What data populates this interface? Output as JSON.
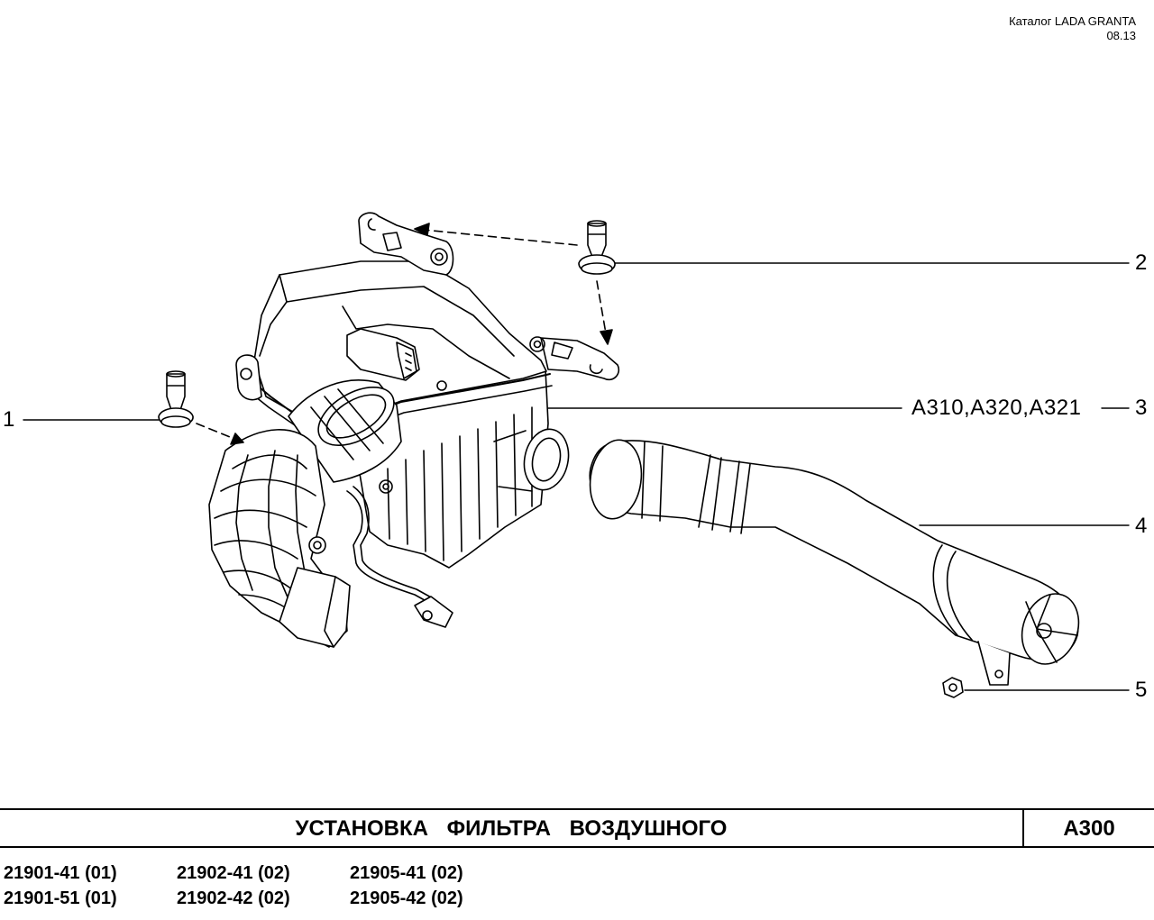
{
  "header": {
    "catalog": "Каталог  LADA  GRANTA",
    "date": "08.13"
  },
  "callouts": [
    {
      "number": "1",
      "ref": ""
    },
    {
      "number": "2",
      "ref": ""
    },
    {
      "number": "3",
      "ref": "A310,A320,A321"
    },
    {
      "number": "4",
      "ref": ""
    },
    {
      "number": "5",
      "ref": ""
    }
  ],
  "title": "УСТАНОВКА  ФИЛЬТРА  ВОЗДУШНОГО",
  "code": "A300",
  "models": [
    [
      "21901-41 (01)",
      "21902-41 (02)",
      "21905-41 (02)"
    ],
    [
      "21901-51 (01)",
      "21902-42 (02)",
      "21905-42 (02)"
    ]
  ]
}
